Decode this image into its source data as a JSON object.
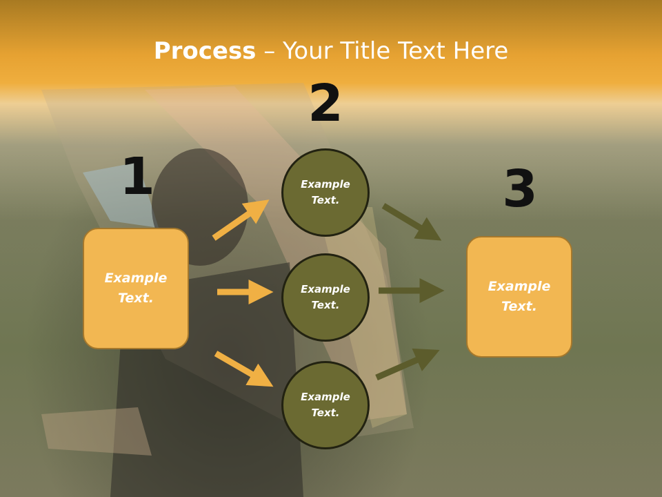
{
  "slide": {
    "title_bold": "Process",
    "title_rest": " – Your Title Text Here"
  },
  "steps": {
    "1": "1",
    "2": "2",
    "3": "3"
  },
  "left_box": {
    "label": "Example\nText."
  },
  "circles": [
    {
      "label": "Example\nText."
    },
    {
      "label": "Example\nText."
    },
    {
      "label": "Example\nText."
    }
  ],
  "right_box": {
    "label": "Example\nText."
  },
  "colors": {
    "title_bar": "#e6a232",
    "box_fill": "#f2b752",
    "circle_fill": "#6b6a32",
    "arrow_orange": "#f0b044",
    "arrow_olive": "#5c5c2c"
  }
}
